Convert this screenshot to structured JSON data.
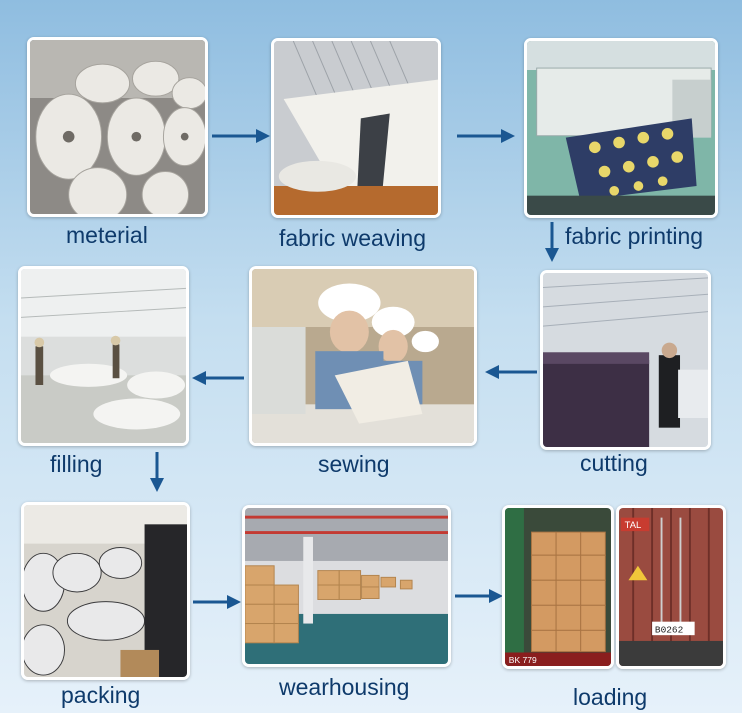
{
  "steps": [
    {
      "id": "material",
      "label": "meterial"
    },
    {
      "id": "weaving",
      "label": "fabric weaving"
    },
    {
      "id": "printing",
      "label": "fabric printing"
    },
    {
      "id": "cutting",
      "label": "cutting"
    },
    {
      "id": "sewing",
      "label": "sewing"
    },
    {
      "id": "filling",
      "label": "filling"
    },
    {
      "id": "packing",
      "label": "packing"
    },
    {
      "id": "warehousing",
      "label": "wearhousing"
    },
    {
      "id": "loading",
      "label": "loading"
    }
  ],
  "photo_text": {
    "container_code": "B0262",
    "container_tag": "TAL",
    "truck_plate": "BK 779"
  },
  "colors": {
    "label": "#0e3a6b",
    "arrow": "#1a5792",
    "frame": "#ffffff"
  }
}
